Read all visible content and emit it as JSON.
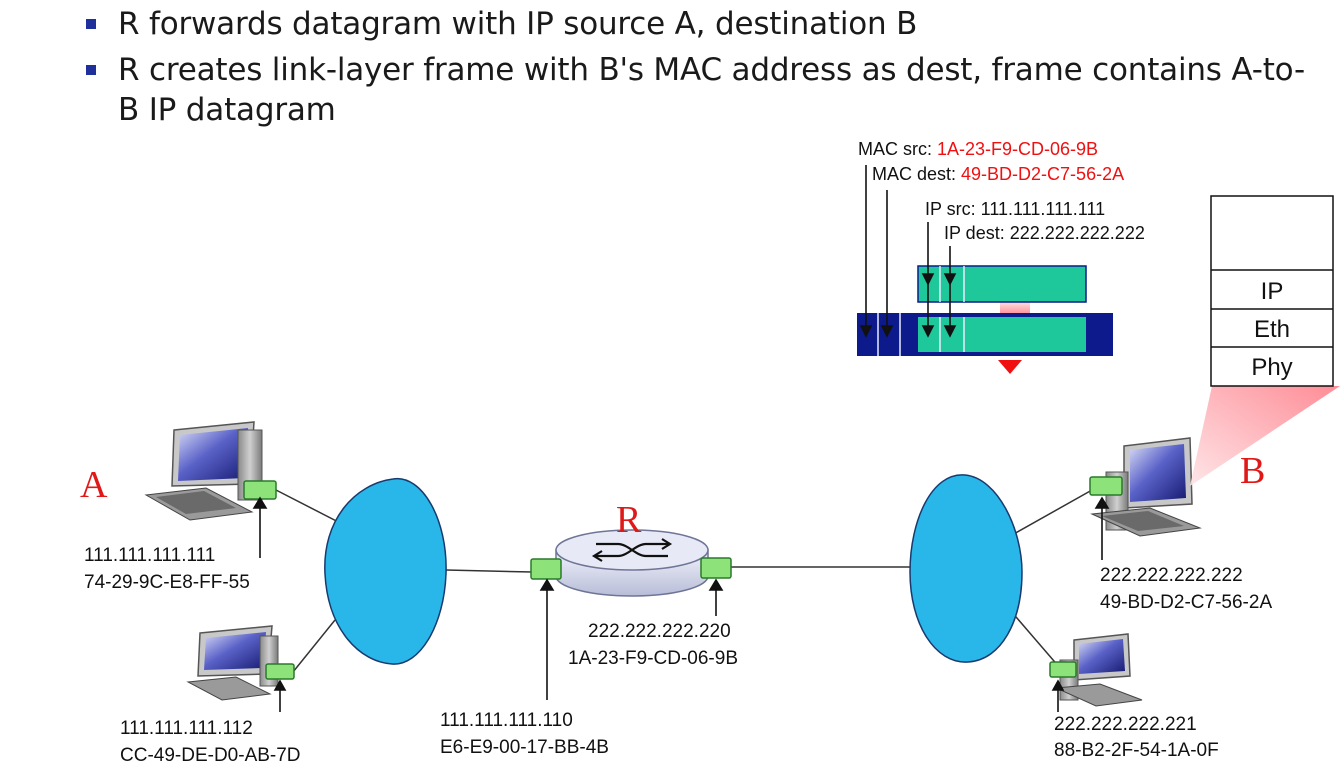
{
  "bullets": [
    "R forwards datagram with IP source A, destination B",
    "R creates link-layer frame with B's MAC address as dest, frame contains A-to-B IP datagram"
  ],
  "frame_header": {
    "mac_src_label": "MAC src: ",
    "mac_src_value": "1A-23-F9-CD-06-9B",
    "mac_dest_label": "MAC dest: ",
    "mac_dest_value": "49-BD-D2-C7-56-2A",
    "ip_src": "IP src: 111.111.111.111",
    "ip_dest": "IP dest: 222.222.222.222"
  },
  "protocol_stack": [
    "IP",
    "Eth",
    "Phy"
  ],
  "nodes": {
    "host_a": {
      "label": "A",
      "ip": "111.111.111.111",
      "mac": "74-29-9C-E8-FF-55"
    },
    "host_a2": {
      "ip": "111.111.111.112",
      "mac": "CC-49-DE-D0-AB-7D"
    },
    "router": {
      "label": "R",
      "left_ip": "111.111.111.110",
      "left_mac": "E6-E9-00-17-BB-4B",
      "right_ip": "222.222.222.220",
      "right_mac": "1A-23-F9-CD-06-9B"
    },
    "host_b": {
      "label": "B",
      "ip": "222.222.222.222",
      "mac": "49-BD-D2-C7-56-2A"
    },
    "host_b2": {
      "ip": "222.222.222.221",
      "mac": "88-B2-2F-54-1A-0F"
    }
  },
  "colors": {
    "bullet": "#1f2f9c",
    "highlight_red": "#f01010",
    "frame_blue": "#0c1a8c",
    "datagram_green": "#1ec89a",
    "cloud": "#29b6e8",
    "adapter": "#8ee27a"
  }
}
